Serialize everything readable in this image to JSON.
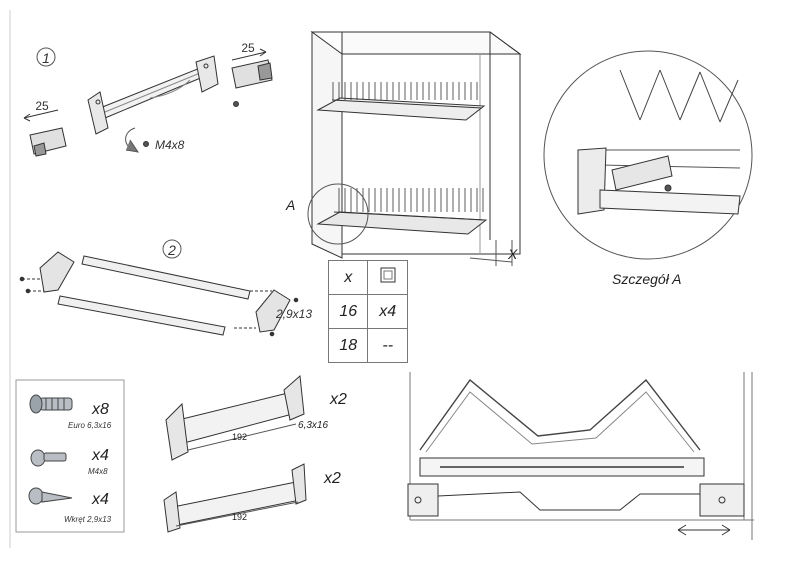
{
  "step1": {
    "number": "1",
    "slide_left": "25",
    "slide_right": "25",
    "screw_label": "M4x8"
  },
  "step2": {
    "number": "2",
    "screw_label": "2,9x13"
  },
  "cabinet": {
    "detail_marker": "A",
    "depth_label": "X"
  },
  "detail": {
    "caption": "Szczegół A"
  },
  "table": {
    "header_x": "x",
    "rows": [
      {
        "x": "16",
        "qty": "x4"
      },
      {
        "x": "18",
        "qty": "--"
      }
    ]
  },
  "hardware": [
    {
      "qty": "x8",
      "label": "Euro 6,3x16"
    },
    {
      "qty": "x4",
      "label": "M4x8"
    },
    {
      "qty": "x4",
      "label": "Wkręt 2,9x13"
    }
  ],
  "brackets": [
    {
      "qty": "x2",
      "dimension": "192",
      "screw_label": "6,3x16"
    },
    {
      "qty": "x2",
      "dimension": "192"
    }
  ]
}
